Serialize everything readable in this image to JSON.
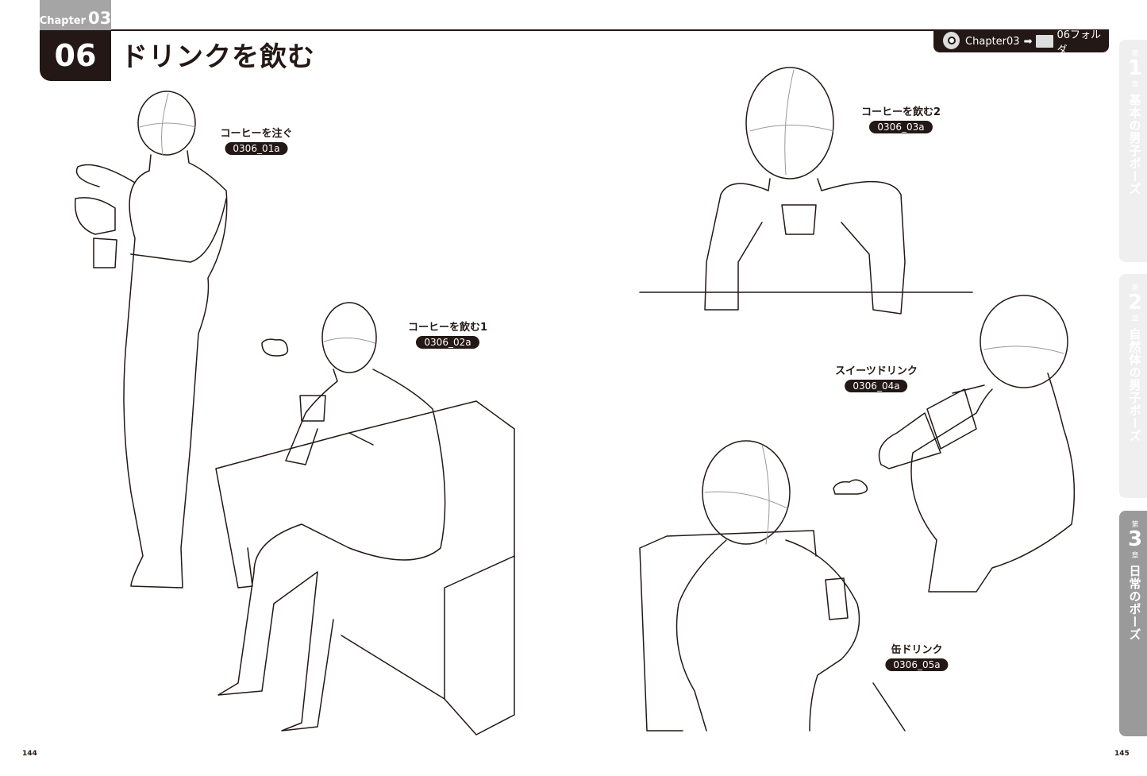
{
  "header": {
    "chapter_word": "Chapter",
    "chapter_num": "03",
    "section_num": "06",
    "title": "ドリンクを飲む"
  },
  "folder_bar": {
    "disc_label": "Chapter03",
    "arrow": "➡",
    "folder_label": "06フォルダ"
  },
  "side_tabs": [
    {
      "dai": "第",
      "num": "1",
      "sho": "章",
      "text": "基本の男子ポーズ"
    },
    {
      "dai": "第",
      "num": "2",
      "sho": "章",
      "text": "自然体の男子ポーズ"
    },
    {
      "dai": "第",
      "num": "3",
      "sho": "章",
      "text": "日常のポーズ"
    }
  ],
  "poses": [
    {
      "caption": "コーヒーを注ぐ",
      "code": "0306_01a"
    },
    {
      "caption": "コーヒーを飲む1",
      "code": "0306_02a"
    },
    {
      "caption": "コーヒーを飲む2",
      "code": "0306_03a"
    },
    {
      "caption": "スイーツドリンク",
      "code": "0306_04a"
    },
    {
      "caption": "缶ドリンク",
      "code": "0306_05a"
    }
  ],
  "page_numbers": {
    "left": "144",
    "right": "145"
  }
}
